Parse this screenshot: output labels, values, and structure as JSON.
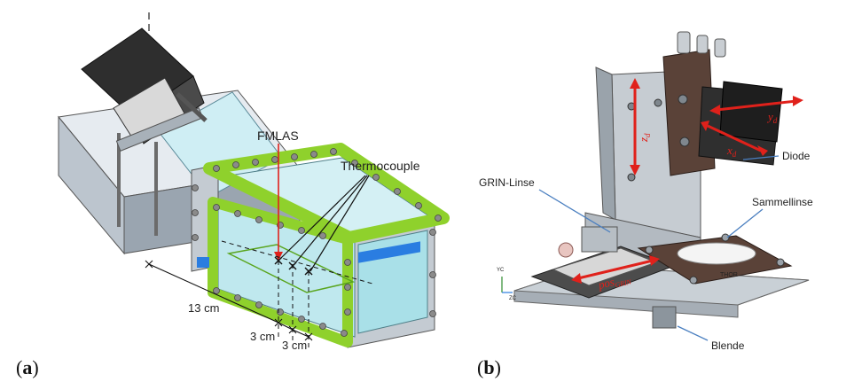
{
  "panel_a": {
    "label_paren_open": "(",
    "label_letter": "a",
    "label_paren_close": ")",
    "fmlas": "FMLAS",
    "thermocouple": "Thermocouple",
    "dim_13cm": "13 cm",
    "dim_3cm_1": "3 cm",
    "dim_3cm_2": "3 cm"
  },
  "panel_b": {
    "label_paren_open": "(",
    "label_letter": "b",
    "label_paren_close": ")",
    "grin_linse": "GRIN-Linse",
    "diode": "Diode",
    "sammellinse": "Sammellinse",
    "blende": "Blende",
    "yd": "y",
    "yd_sub": "d",
    "zd": "z",
    "zd_sub": "d",
    "xd": "x",
    "xd_sub": "d",
    "pos_grin": "pos",
    "pos_grin_sub": "GRIN",
    "thorlabs": "THOR",
    "axis_yc": "YC",
    "axis_zc": "ZC"
  },
  "colors": {
    "frame_green": "#8fd12c",
    "glass": "#bfe8ee",
    "steel": "#b8c2cc",
    "dark_block": "#3a3a3a",
    "brown_mount": "#5a4238",
    "arrow_red": "#e0211b",
    "leader_blue": "#4a7fc0",
    "accent_blue": "#2a7de1"
  }
}
